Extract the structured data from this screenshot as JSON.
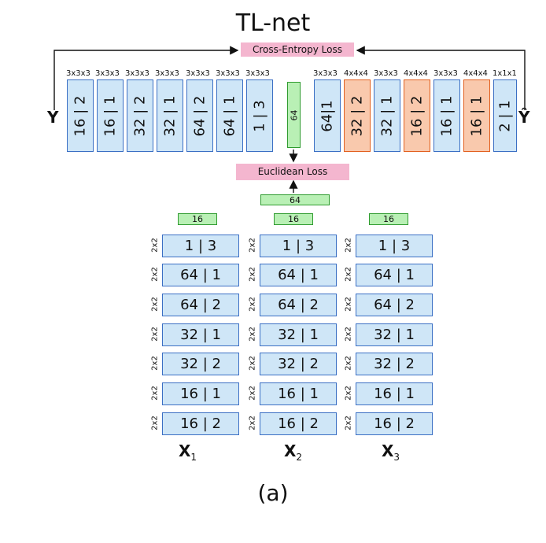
{
  "title": "TL-net",
  "caption": "(a)",
  "losses": {
    "cross_entropy": "Cross-Entropy Loss",
    "euclidean": "Euclidean Loss"
  },
  "symbols": {
    "y": "Y",
    "y_hat": "Ŷ"
  },
  "encoder": {
    "kernels": [
      "3x3x3",
      "3x3x3",
      "3x3x3",
      "3x3x3",
      "3x3x3",
      "3x3x3",
      "3x3x3"
    ],
    "blocks": [
      "16 | 2",
      "16 | 1",
      "32 | 2",
      "32 | 1",
      "64 | 2",
      "64 | 1",
      "1 | 3"
    ]
  },
  "bottleneck": "64",
  "decoder": {
    "kernels": [
      "3x3x3",
      "4x4x4",
      "3x3x3",
      "4x4x4",
      "3x3x3",
      "4x4x4",
      "1x1x1"
    ],
    "blocks": [
      {
        "label": "64|1",
        "color": "blue"
      },
      {
        "label": "32 | 2",
        "color": "orange"
      },
      {
        "label": "32 | 1",
        "color": "blue"
      },
      {
        "label": "16 | 2",
        "color": "orange"
      },
      {
        "label": "16 | 1",
        "color": "blue"
      },
      {
        "label": "16 | 1",
        "color": "orange"
      },
      {
        "label": "2 | 1",
        "color": "blue"
      }
    ]
  },
  "merged_feature": "64",
  "branches": [
    {
      "feature": "16",
      "sub": "1",
      "pool": [
        "2x2",
        "2x2",
        "2x2",
        "2x2",
        "2x2",
        "2x2",
        "2x2"
      ],
      "blocks": [
        "1 | 3",
        "64 | 1",
        "64 | 2",
        "32 | 1",
        "32 | 2",
        "16 | 1",
        "16 | 2"
      ]
    },
    {
      "feature": "16",
      "sub": "2",
      "pool": [
        "2x2",
        "2x2",
        "2x2",
        "2x2",
        "2x2",
        "2x2",
        "2x2"
      ],
      "blocks": [
        "1 | 3",
        "64 | 1",
        "64 | 2",
        "32 | 1",
        "32 | 2",
        "16 | 1",
        "16 | 2"
      ]
    },
    {
      "feature": "16",
      "sub": "3",
      "pool": [
        "2x2",
        "2x2",
        "2x2",
        "2x2",
        "2x2",
        "2x2",
        "2x2"
      ],
      "blocks": [
        "1 | 3",
        "64 | 1",
        "64 | 2",
        "32 | 1",
        "32 | 2",
        "16 | 1",
        "16 | 2"
      ]
    }
  ],
  "branch_var": "X",
  "colors": {
    "block_fill": "#cfe6f7",
    "block_border": "#3b6fc4",
    "deconv_fill": "#f9c9ad",
    "deconv_border": "#e2601f",
    "feature_fill": "#b9f0b5",
    "loss_fill": "#f4b6cf"
  }
}
